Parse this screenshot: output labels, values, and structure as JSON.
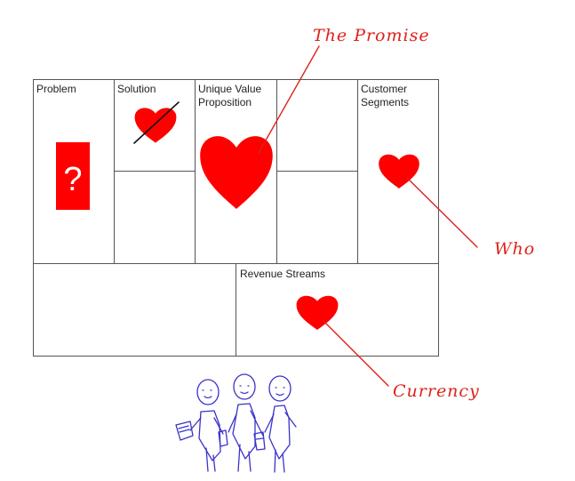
{
  "canvas": {
    "cells": {
      "problem": "Problem",
      "solution": "Solution",
      "uvp_line1": "Unique Value",
      "uvp_line2": "Proposition",
      "customer_line1": "Customer",
      "customer_line2": "Segments",
      "revenue": "Revenue Streams"
    },
    "problem_symbol": "?"
  },
  "annotations": {
    "promise": "The Promise",
    "who": "Who",
    "currency": "Currency"
  },
  "colors": {
    "accent": "#ff0000",
    "annotation": "#e0211b",
    "grid": "#555555",
    "sketch": "#3b33c9"
  }
}
